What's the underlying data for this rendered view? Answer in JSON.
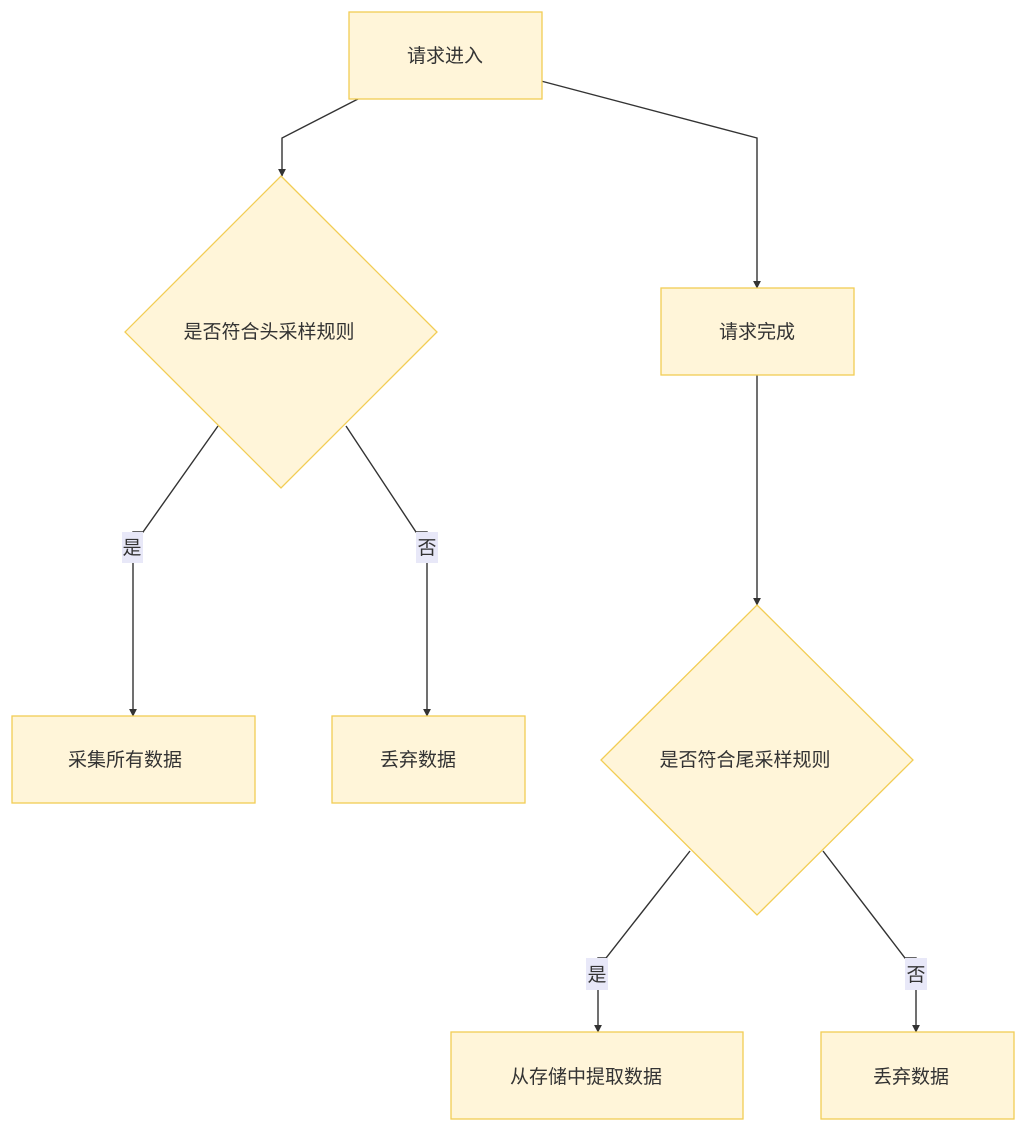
{
  "nodes": {
    "request_in": "请求进入",
    "head_decision": "是否符合头采样规则",
    "request_done": "请求完成",
    "collect_all": "采集所有数据",
    "discard_head": "丢弃数据",
    "tail_decision": "是否符合尾采样规则",
    "extract_storage": "从存储中提取数据",
    "discard_tail": "丢弃数据"
  },
  "edge_labels": {
    "head_yes": "是",
    "head_no": "否",
    "tail_yes": "是",
    "tail_no": "否"
  },
  "colors": {
    "node_fill": "#fff5d9",
    "node_stroke": "#f2cd54",
    "edge": "#333333",
    "label_bg": "#e8e8f8"
  }
}
